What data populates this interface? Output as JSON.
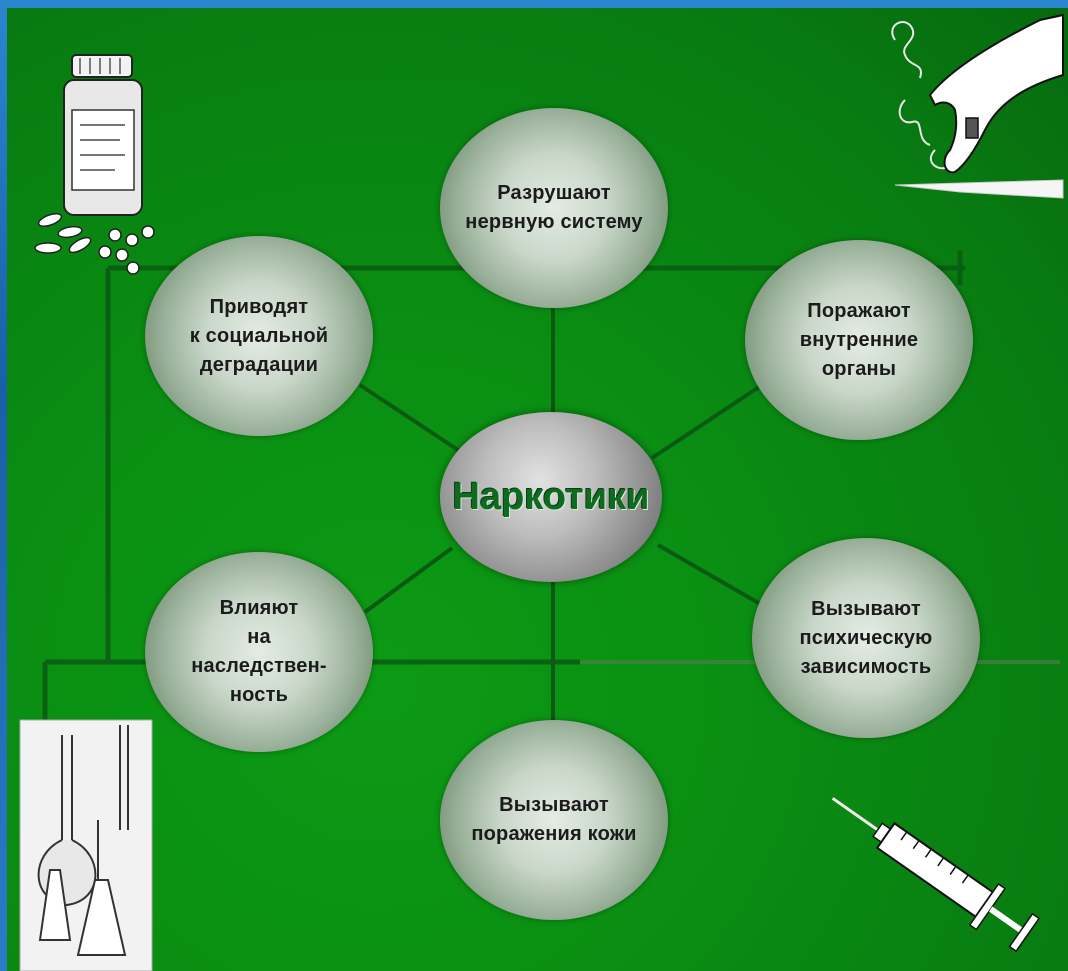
{
  "diagram": {
    "center_label": "Наркотики",
    "nodes": {
      "top": "Разрушают\nнервную систему",
      "top_left": "Приводят\nк социальной\nдеградации",
      "top_right": "Поражают\nвнутренние\nорганы",
      "bottom_left": "Влияют\nна\nнаследствен-\nность",
      "bottom_right": "Вызывают\nпсихическую\nзависимость",
      "bottom": "Вызывают\nпоражения кожи"
    }
  },
  "illustrations": [
    "pill-bottle-icon",
    "smoking-hand-icon",
    "lab-flask-icon",
    "syringe-icon"
  ],
  "colors": {
    "background_green": "#0a8f13",
    "center_text": "#0f6b20",
    "frame_blue": "#1f6fb8"
  }
}
